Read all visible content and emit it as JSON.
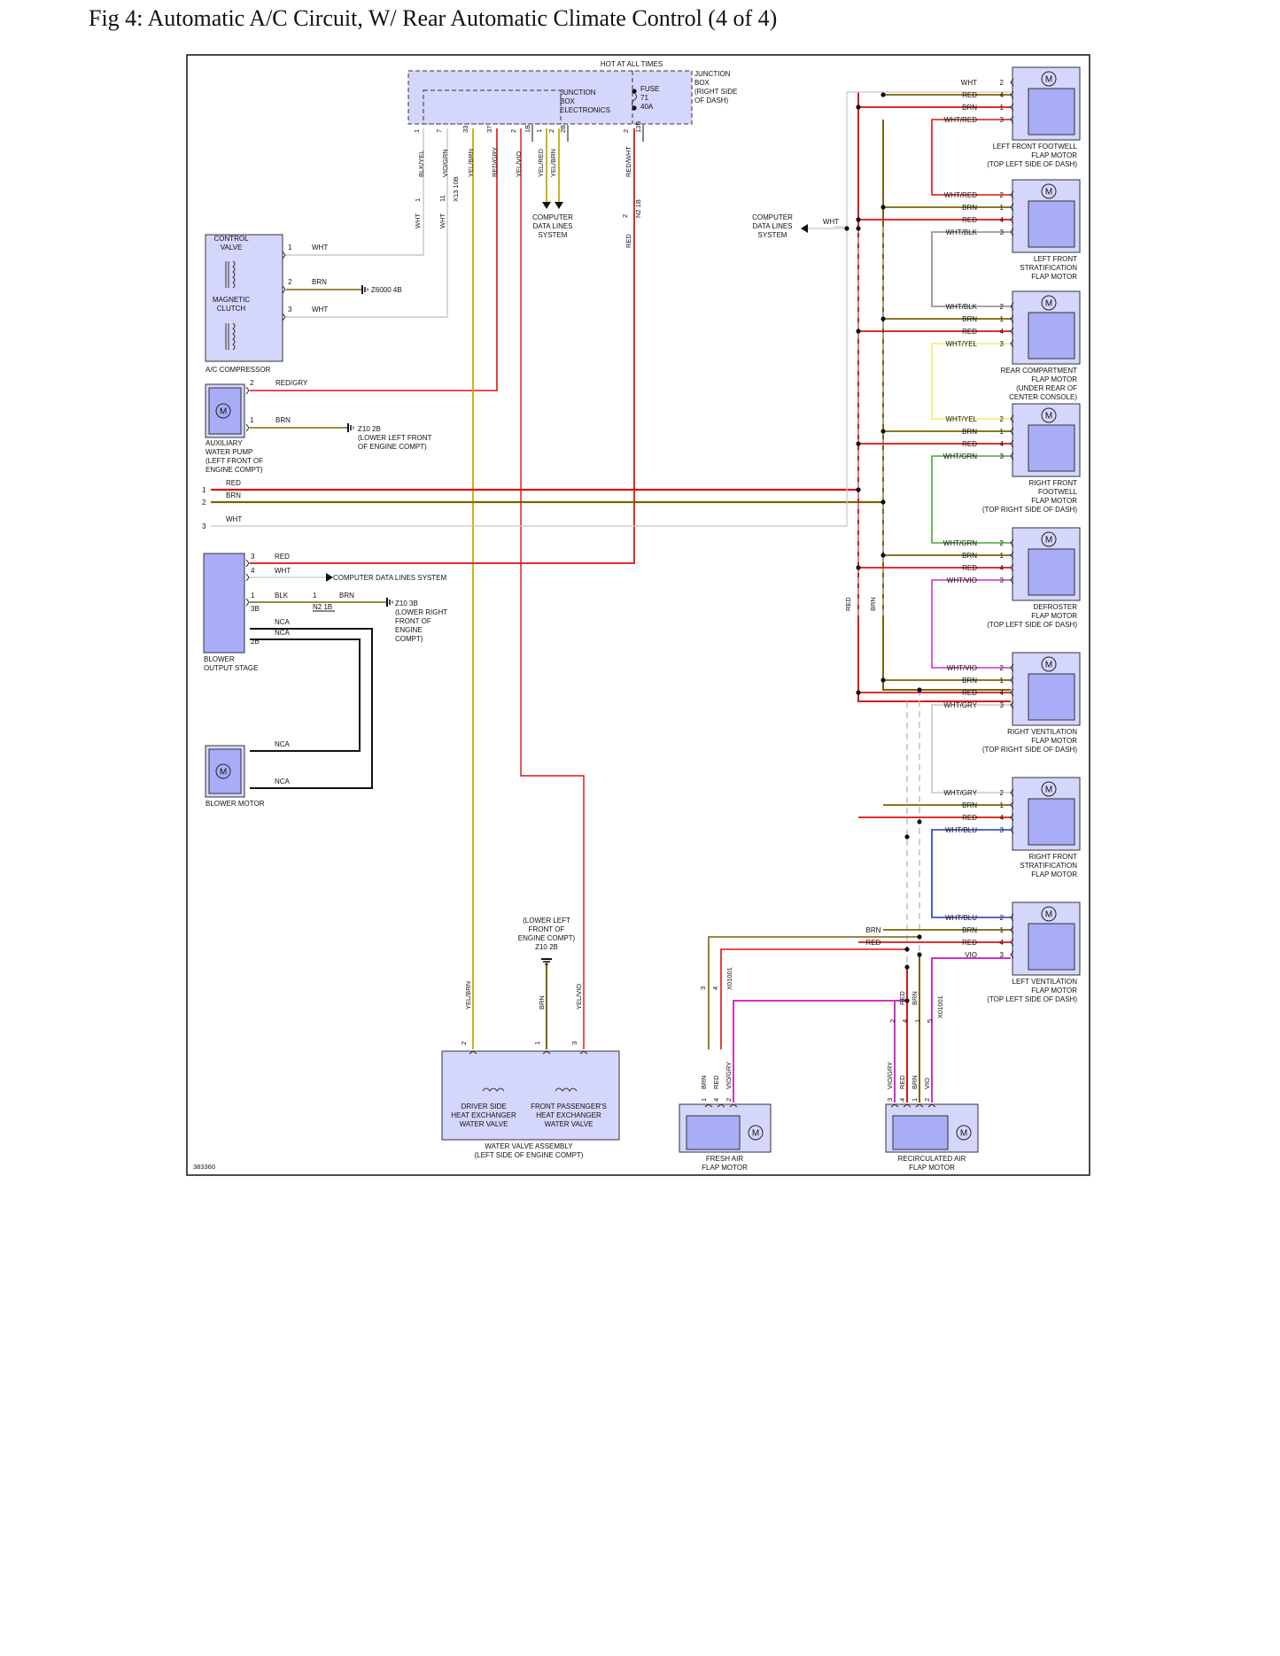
{
  "title": "Fig 4: Automatic A/C Circuit, W/ Rear Automatic Climate Control (4 of 4)",
  "diagram_id": "383360",
  "colors": {
    "red": "#dd1111",
    "brown": "#7a6400",
    "yellow_green": "#c0b000",
    "white": "#c8c8c8",
    "green": "#44aa33",
    "violet": "#cc33cc",
    "blue": "#2233cc",
    "gray": "#888888",
    "light_yellow": "#eeee66",
    "black": "#111111",
    "component_fill": "#a9adf7",
    "component_bg": "#d4d6fb"
  },
  "junction": {
    "hot": "HOT AT ALL TIMES",
    "jbe": [
      "JUNCTION",
      "BOX",
      "ELECTRONICS"
    ],
    "fuse": [
      "FUSE",
      "71",
      "40A"
    ],
    "box": [
      "JUNCTION",
      "BOX",
      "(RIGHT SIDE",
      "OF DASH)"
    ]
  },
  "jb_pins": [
    "1",
    "7",
    "33",
    "37",
    "2",
    "1B",
    "1",
    "2",
    "2B",
    "2",
    "13B"
  ],
  "jb_wires": [
    "BLK/YEL",
    "VIO/GRN",
    "YEL/BRN",
    "RED/GRY",
    "YEL/VIO",
    "YEL/RED",
    "YEL/BRN",
    "RED/WHT"
  ],
  "jb_lower": {
    "pin_a": "1",
    "pin_b": "11",
    "conn": "X13 10B",
    "wire_a": "WHT",
    "wire_b": "WHT",
    "data_lines": [
      "COMPUTER",
      "DATA LINES",
      "SYSTEM"
    ],
    "pin_c": "2",
    "conn_c": "N2 1B",
    "wire_c": "RED"
  },
  "data_lines_right": [
    "COMPUTER",
    "DATA LINES",
    "SYSTEM"
  ],
  "data_lines_wire": "WHT",
  "compressor": {
    "ctrl_valve": [
      "CONTROL",
      "VALVE"
    ],
    "clutch": [
      "MAGNETIC",
      "CLUTCH"
    ],
    "label": "A/C COMPRESSOR",
    "pins": [
      "1",
      "2",
      "3"
    ],
    "wires": [
      "WHT",
      "BRN",
      "WHT"
    ],
    "ground": "Z6000 4B"
  },
  "aux_pump": {
    "label": [
      "AUXILIARY",
      "WATER PUMP",
      "(LEFT FRONT OF",
      "ENGINE COMPT)"
    ],
    "pins": [
      "2",
      "1"
    ],
    "wires": [
      "RED/GRY",
      "BRN"
    ],
    "ground": [
      "Z10 2B",
      "(LOWER LEFT FRONT",
      "OF ENGINE COMPT)"
    ]
  },
  "bus": {
    "pins": [
      "1",
      "2",
      "3"
    ],
    "wires": [
      "RED",
      "BRN",
      "WHT"
    ]
  },
  "blower_stage": {
    "label": [
      "BLOWER",
      "OUTPUT STAGE"
    ],
    "pins": [
      "3",
      "4",
      "1",
      "3B",
      "2B"
    ],
    "wires": [
      "RED",
      "WHT",
      "BLK",
      "BRN",
      "NCA",
      "NCA"
    ],
    "data": "COMPUTER DATA LINES SYSTEM",
    "conn_pin": "1",
    "conn": "N2 1B",
    "ground": [
      "Z10 3B",
      "(LOWER RIGHT",
      "FRONT OF",
      "ENGINE",
      "COMPT)"
    ]
  },
  "blower_motor": {
    "label": "BLOWER MOTOR",
    "wires": [
      "NCA",
      "NCA"
    ]
  },
  "motors": [
    {
      "lines": [
        "LEFT FRONT FOOTWELL",
        "FLAP MOTOR",
        "(TOP LEFT SIDE OF DASH)"
      ],
      "pins": [
        {
          "w": "WHT",
          "p": "2"
        },
        {
          "w": "RED",
          "p": "4"
        },
        {
          "w": "BRN",
          "p": "1"
        },
        {
          "w": "WHT/RED",
          "p": "3"
        }
      ]
    },
    {
      "lines": [
        "LEFT FRONT",
        "STRATIFICATION",
        "FLAP MOTOR"
      ],
      "pins": [
        {
          "w": "WHT/RED",
          "p": "2"
        },
        {
          "w": "BRN",
          "p": "1"
        },
        {
          "w": "RED",
          "p": "4"
        },
        {
          "w": "WHT/BLK",
          "p": "3"
        }
      ]
    },
    {
      "lines": [
        "REAR COMPARTMENT",
        "FLAP MOTOR",
        "(UNDER REAR OF",
        "CENTER CONSOLE)"
      ],
      "pins": [
        {
          "w": "WHT/BLK",
          "p": "2"
        },
        {
          "w": "BRN",
          "p": "1"
        },
        {
          "w": "RED",
          "p": "4"
        },
        {
          "w": "WHT/YEL",
          "p": "3"
        }
      ]
    },
    {
      "lines": [
        "RIGHT FRONT",
        "FOOTWELL",
        "FLAP MOTOR",
        "(TOP RIGHT SIDE OF DASH)"
      ],
      "pins": [
        {
          "w": "WHT/YEL",
          "p": "2"
        },
        {
          "w": "BRN",
          "p": "1"
        },
        {
          "w": "RED",
          "p": "4"
        },
        {
          "w": "WHT/GRN",
          "p": "3"
        }
      ]
    },
    {
      "lines": [
        "DEFROSTER",
        "FLAP MOTOR",
        "(TOP LEFT SIDE OF DASH)"
      ],
      "pins": [
        {
          "w": "WHT/GRN",
          "p": "2"
        },
        {
          "w": "BRN",
          "p": "1"
        },
        {
          "w": "RED",
          "p": "4"
        },
        {
          "w": "WHT/VIO",
          "p": "3"
        }
      ]
    },
    {
      "lines": [
        "RIGHT VENTILATION",
        "FLAP MOTOR",
        "(TOP RIGHT SIDE OF DASH)"
      ],
      "pins": [
        {
          "w": "WHT/VIO",
          "p": "2"
        },
        {
          "w": "BRN",
          "p": "1"
        },
        {
          "w": "RED",
          "p": "4"
        },
        {
          "w": "WHT/GRY",
          "p": "3"
        }
      ]
    },
    {
      "lines": [
        "RIGHT FRONT",
        "STRATIFICATION",
        "FLAP MOTOR"
      ],
      "pins": [
        {
          "w": "WHT/GRY",
          "p": "2"
        },
        {
          "w": "BRN",
          "p": "1"
        },
        {
          "w": "RED",
          "p": "4"
        },
        {
          "w": "WHT/BLU",
          "p": "3"
        }
      ]
    },
    {
      "lines": [
        "LEFT VENTILATION",
        "FLAP MOTOR",
        "(TOP LEFT SIDE OF DASH)"
      ],
      "pins": [
        {
          "w": "WHT/BLU",
          "p": "2"
        },
        {
          "w": "BRN",
          "p": "1"
        },
        {
          "w": "RED",
          "p": "4"
        },
        {
          "w": "VIO",
          "p": "3"
        }
      ]
    }
  ],
  "vert_labels": [
    "RED",
    "BRN"
  ],
  "water_valves": {
    "ground": [
      "(LOWER LEFT",
      "FRONT OF",
      "ENGINE COMPT)",
      "Z10 2B"
    ],
    "wires": [
      "YEL/BRN",
      "BRN",
      "YEL/VIO"
    ],
    "pins": [
      "2",
      "1",
      "3"
    ],
    "driver": [
      "DRIVER SIDE",
      "HEAT EXCHANGER",
      "WATER VALVE"
    ],
    "pass": [
      "FRONT PASSENGER'S",
      "HEAT EXCHANGER",
      "WATER VALVE"
    ],
    "assy": [
      "WATER VALVE ASSEMBLY",
      "(LEFT SIDE OF ENGINE COMPT)"
    ]
  },
  "fresh_air": {
    "top_wires": [
      "BRN",
      "RED"
    ],
    "conn_pins": [
      "3",
      "4"
    ],
    "conn": "X01001",
    "wires": [
      "BRN",
      "RED",
      "VIO/GRY"
    ],
    "pins": [
      "1",
      "4",
      "2"
    ],
    "label": [
      "FRESH AIR",
      "FLAP MOTOR"
    ]
  },
  "recirc_air": {
    "top_wires": [
      "RED",
      "BRN"
    ],
    "conn_pins": [
      "2",
      "4",
      "1",
      "5"
    ],
    "conn": "X01001",
    "wires": [
      "VIO/GRY",
      "RED",
      "BRN",
      "VIO"
    ],
    "pins": [
      "3",
      "4",
      "1",
      "2"
    ],
    "label": [
      "RECIRCULATED AIR",
      "FLAP MOTOR"
    ]
  }
}
